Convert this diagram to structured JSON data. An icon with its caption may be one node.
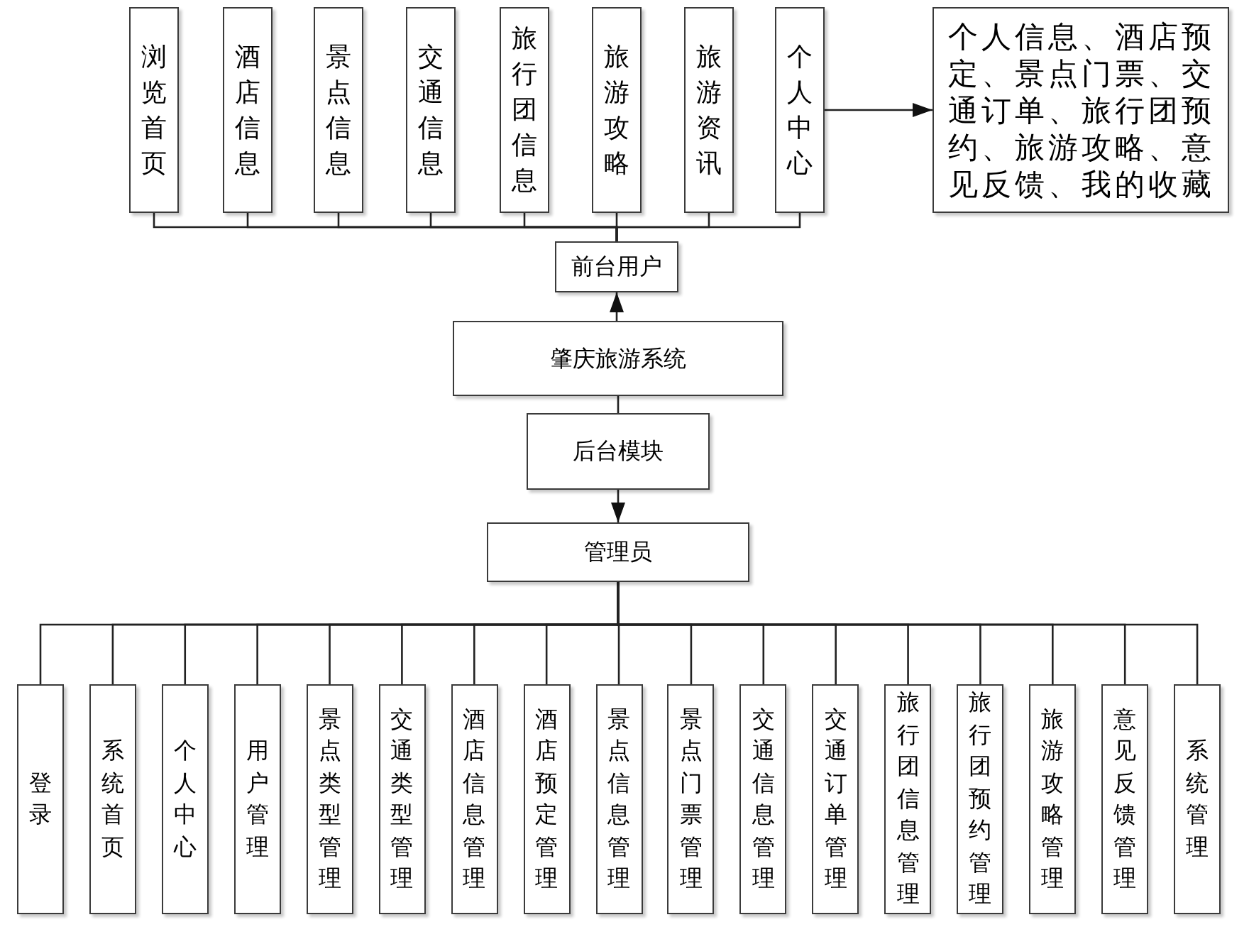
{
  "diagram": {
    "nodes": [
      {
        "text": [
          "浏览首页"
        ]
      },
      {
        "text": [
          "酒店信息"
        ]
      },
      {
        "text": [
          "景点信息"
        ]
      },
      {
        "text": [
          "交通信息"
        ]
      },
      {
        "text": [
          "旅行团信息"
        ]
      },
      {
        "text": [
          "旅游攻略"
        ]
      },
      {
        "text": [
          "旅游资讯"
        ]
      },
      {
        "text": [
          "个人中心"
        ]
      },
      {
        "text": [
          "个人信息、酒店预定、景点门票、交通订单、旅行团预约、旅游攻略、意见反馈、我的收藏"
        ]
      },
      {
        "text": [
          "前台用户"
        ]
      },
      {
        "text": [
          "肇庆旅游系统"
        ]
      },
      {
        "text": [
          "后台模块"
        ]
      },
      {
        "text": [
          "管理员"
        ]
      },
      {
        "text": [
          "登录"
        ]
      },
      {
        "text": [
          "系统首页"
        ]
      },
      {
        "text": [
          "个人中心"
        ]
      },
      {
        "text": [
          "用户管理"
        ]
      },
      {
        "text": [
          "景点类型管理"
        ]
      },
      {
        "text": [
          "交通类型管理"
        ]
      },
      {
        "text": [
          "酒店信息管理"
        ]
      },
      {
        "text": [
          "酒店预定管理"
        ]
      },
      {
        "text": [
          "景点信息管理"
        ]
      },
      {
        "text": [
          "景点门票管理"
        ]
      },
      {
        "text": [
          "交通信息管理"
        ]
      },
      {
        "text": [
          "交通订单管理"
        ]
      },
      {
        "text": [
          "旅行团信息管理"
        ]
      },
      {
        "text": [
          "旅行团预约管理"
        ]
      },
      {
        "text": [
          "旅游攻略管理"
        ]
      },
      {
        "text": [
          "意见反馈管理"
        ]
      },
      {
        "text": [
          "系统管理"
        ]
      }
    ],
    "edges": [
      {
        "from": 9,
        "to": 0,
        "arrow": "none"
      },
      {
        "from": 9,
        "to": 1,
        "arrow": "none"
      },
      {
        "from": 9,
        "to": 2,
        "arrow": "none"
      },
      {
        "from": 9,
        "to": 3,
        "arrow": "none"
      },
      {
        "from": 9,
        "to": 4,
        "arrow": "none"
      },
      {
        "from": 9,
        "to": 5,
        "arrow": "none"
      },
      {
        "from": 9,
        "to": 6,
        "arrow": "none"
      },
      {
        "from": 9,
        "to": 7,
        "arrow": "none"
      },
      {
        "from": 7,
        "to": 8,
        "arrow": "to"
      },
      {
        "from": 10,
        "to": 9,
        "arrow": "to"
      },
      {
        "from": 10,
        "to": 11,
        "arrow": "none"
      },
      {
        "from": 11,
        "to": 12,
        "arrow": "to"
      },
      {
        "from": 12,
        "to": 13,
        "arrow": "none"
      },
      {
        "from": 12,
        "to": 14,
        "arrow": "none"
      },
      {
        "from": 12,
        "to": 15,
        "arrow": "none"
      },
      {
        "from": 12,
        "to": 16,
        "arrow": "none"
      },
      {
        "from": 12,
        "to": 17,
        "arrow": "none"
      },
      {
        "from": 12,
        "to": 18,
        "arrow": "none"
      },
      {
        "from": 12,
        "to": 19,
        "arrow": "none"
      },
      {
        "from": 12,
        "to": 20,
        "arrow": "none"
      },
      {
        "from": 12,
        "to": 21,
        "arrow": "none"
      },
      {
        "from": 12,
        "to": 22,
        "arrow": "none"
      },
      {
        "from": 12,
        "to": 23,
        "arrow": "none"
      },
      {
        "from": 12,
        "to": 24,
        "arrow": "none"
      },
      {
        "from": 12,
        "to": 25,
        "arrow": "none"
      },
      {
        "from": 12,
        "to": 26,
        "arrow": "none"
      },
      {
        "from": 12,
        "to": 27,
        "arrow": "none"
      },
      {
        "from": 12,
        "to": 28,
        "arrow": "none"
      },
      {
        "from": 12,
        "to": 29,
        "arrow": "none"
      }
    ]
  }
}
